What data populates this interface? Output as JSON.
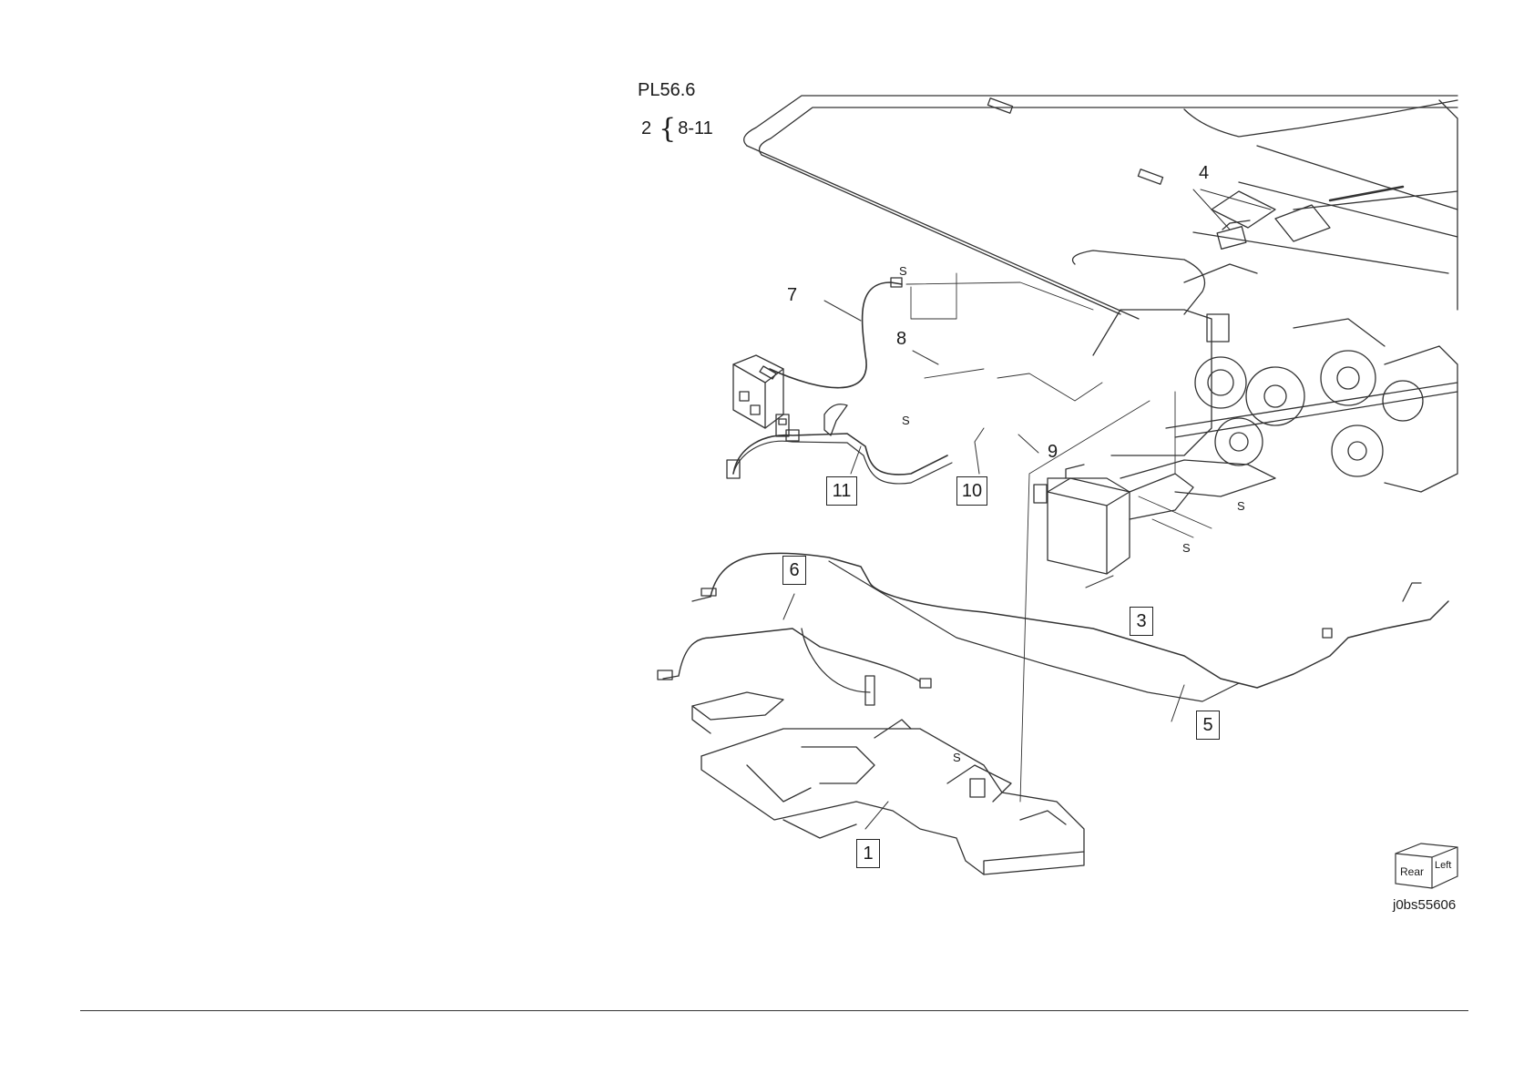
{
  "header": {
    "parts_list": "PL56.6",
    "group_prefix": "2",
    "group_range": "8-11"
  },
  "figure_id": "j0bs55606",
  "callouts": {
    "c1": "1",
    "c3": "3",
    "c4": "4",
    "c5": "5",
    "c6": "6",
    "c7": "7",
    "c8": "8",
    "c9": "9",
    "c10": "10",
    "c11": "11"
  },
  "screw_key": "S",
  "orientation_cube": {
    "face_rear": "Rear",
    "face_left": "Left"
  }
}
